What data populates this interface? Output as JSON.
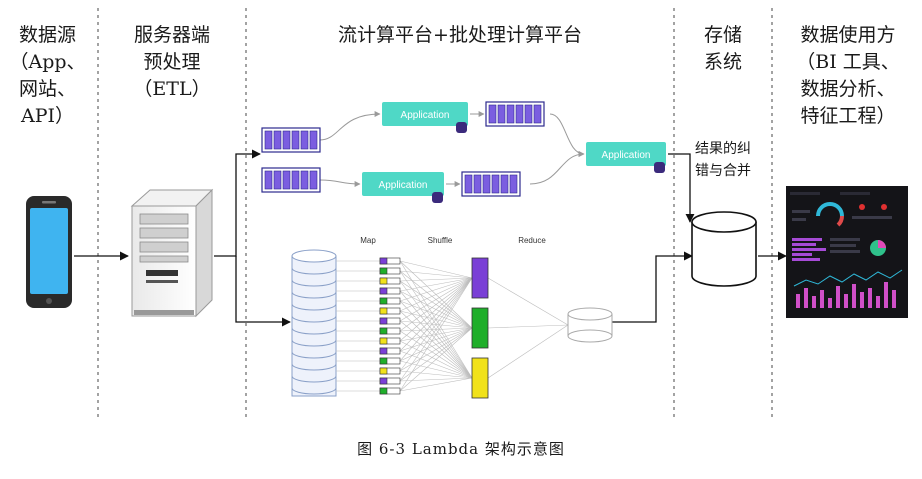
{
  "columns": {
    "source": {
      "title": "数据源\n（App、\n网站、\nAPI）"
    },
    "server": {
      "title": "服务器端\n预处理\n（ETL）"
    },
    "compute": {
      "title": "流计算平台+批处理计算平台"
    },
    "storage": {
      "title": "存储\n系统"
    },
    "usage": {
      "title": "数据使用方\n（BI 工具、\n数据分析、\n特征工程）"
    }
  },
  "storage_note": "结果的纠\n错与合并",
  "stream": {
    "app_label": "Application"
  },
  "batch": {
    "map_label": "Map",
    "shuffle_label": "Shuffle",
    "reduce_label": "Reduce"
  },
  "caption": "图 6-3    Lambda 架构示意图",
  "colors": {
    "app_box": "#4fd8c6",
    "queue_fill": "#7b5ee0",
    "queue_border": "#2d2a8e",
    "shuffle_purple": "#7a3fd6",
    "shuffle_green": "#1fae2a",
    "shuffle_yellow": "#f1e21a",
    "phone": "#2a2a2a",
    "phone_screen": "#3fb4f0",
    "dashboard": "#141418"
  }
}
